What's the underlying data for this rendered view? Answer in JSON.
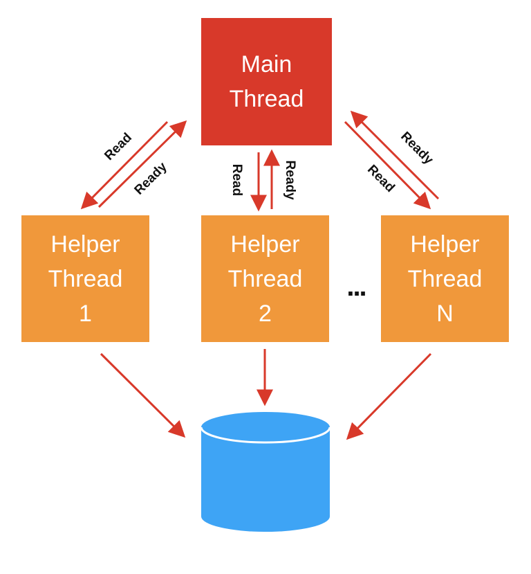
{
  "nodes": {
    "main": {
      "label": "Main\nThread"
    },
    "helper_1": {
      "label": "Helper\nThread\n1"
    },
    "helper_2": {
      "label": "Helper\nThread\n2"
    },
    "helper_n": {
      "label": "Helper\nThread\nN"
    },
    "ellipsis": "...",
    "storage": {
      "icon": "database-cylinder-icon"
    }
  },
  "edges": {
    "read_label": "Read",
    "ready_label": "Ready"
  },
  "colors": {
    "main": "#d8392a",
    "helper": "#f0983b",
    "arrow": "#d8392a",
    "storage": "#3ea4f5"
  }
}
